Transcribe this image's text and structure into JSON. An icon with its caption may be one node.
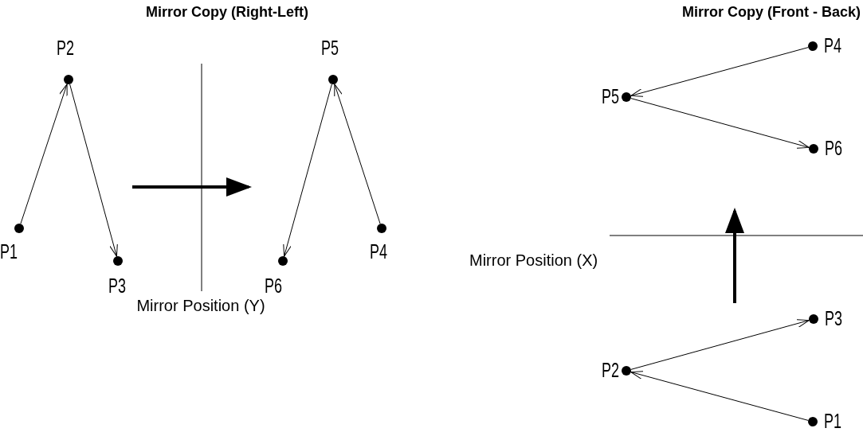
{
  "diagram": {
    "nodes": [
      {
        "text": [],
        "shape": "circle",
        "beside": [
          "P1"
        ]
      },
      {
        "text": [],
        "shape": "circle",
        "beside": [
          "P2"
        ]
      },
      {
        "text": [],
        "shape": "circle",
        "beside": [
          "P3"
        ]
      },
      {
        "text": [],
        "shape": "circle",
        "beside": [
          "P5"
        ]
      },
      {
        "text": [],
        "shape": "circle",
        "beside": [
          "P6"
        ]
      },
      {
        "text": [],
        "shape": "circle",
        "beside": [
          "P4"
        ]
      },
      {
        "text": [],
        "shape": "circle",
        "beside": [
          "P4"
        ]
      },
      {
        "text": [],
        "shape": "circle",
        "beside": [
          "P5"
        ]
      },
      {
        "text": [],
        "shape": "circle",
        "beside": [
          "P6"
        ]
      },
      {
        "text": [],
        "shape": "circle",
        "beside": [
          "P2"
        ]
      },
      {
        "text": [],
        "shape": "circle",
        "beside": [
          "P3"
        ]
      },
      {
        "text": [],
        "shape": "circle",
        "beside": [
          "P1"
        ]
      }
    ],
    "edges": [
      {
        "from": 0,
        "to": 1,
        "arrow": "to"
      },
      {
        "from": 1,
        "to": 2,
        "arrow": "to"
      },
      {
        "from": 5,
        "to": 3,
        "arrow": "to"
      },
      {
        "from": 3,
        "to": 4,
        "arrow": "to"
      },
      {
        "from": 6,
        "to": 7,
        "arrow": "to"
      },
      {
        "from": 7,
        "to": 8,
        "arrow": "to"
      },
      {
        "from": 11,
        "to": 9,
        "arrow": "to"
      },
      {
        "from": 9,
        "to": 10,
        "arrow": "to"
      }
    ],
    "labels": [
      "Mirror Copy (Right-Left)",
      "Mirror Copy (Front - Back)",
      "Mirror Position (X)",
      "Mirror Position (Y)"
    ]
  }
}
